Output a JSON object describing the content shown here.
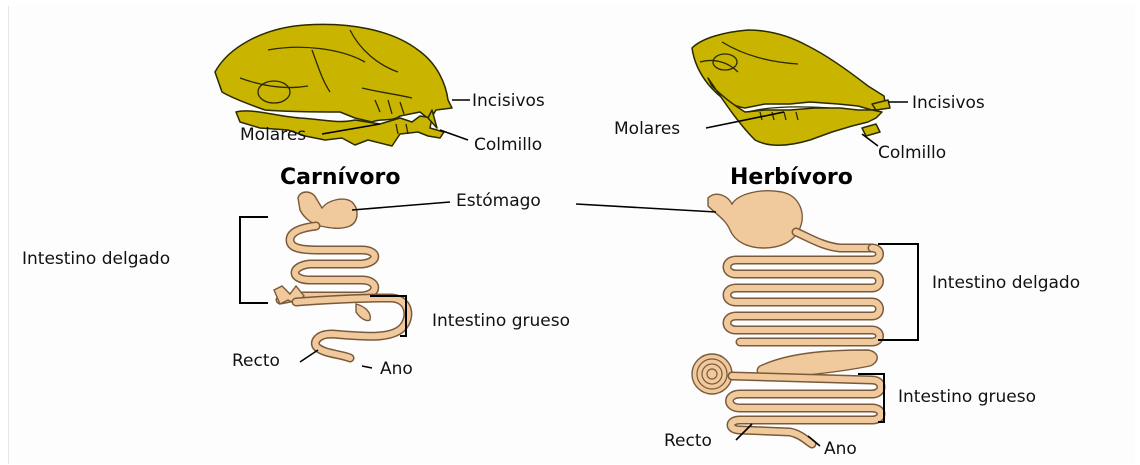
{
  "carnivore": {
    "title": "Carnívoro",
    "incisors": "Incisivos",
    "molars": "Molares",
    "canine": "Colmillo",
    "small_intestine": "Intestino delgado",
    "large_intestine": "Intestino grueso",
    "rectum": "Recto",
    "anus": "Ano"
  },
  "stomach": "Estómago",
  "herbivore": {
    "title": "Herbívoro",
    "incisors": "Incisivos",
    "molars": "Molares",
    "canine": "Colmillo",
    "small_intestine": "Intestino delgado",
    "large_intestine": "Intestino grueso",
    "rectum": "Recto",
    "anus": "Ano"
  },
  "colors": {
    "skull": "#c9b400",
    "digestive_tract": "#f0c99c",
    "outline": "#7a5a3a"
  }
}
